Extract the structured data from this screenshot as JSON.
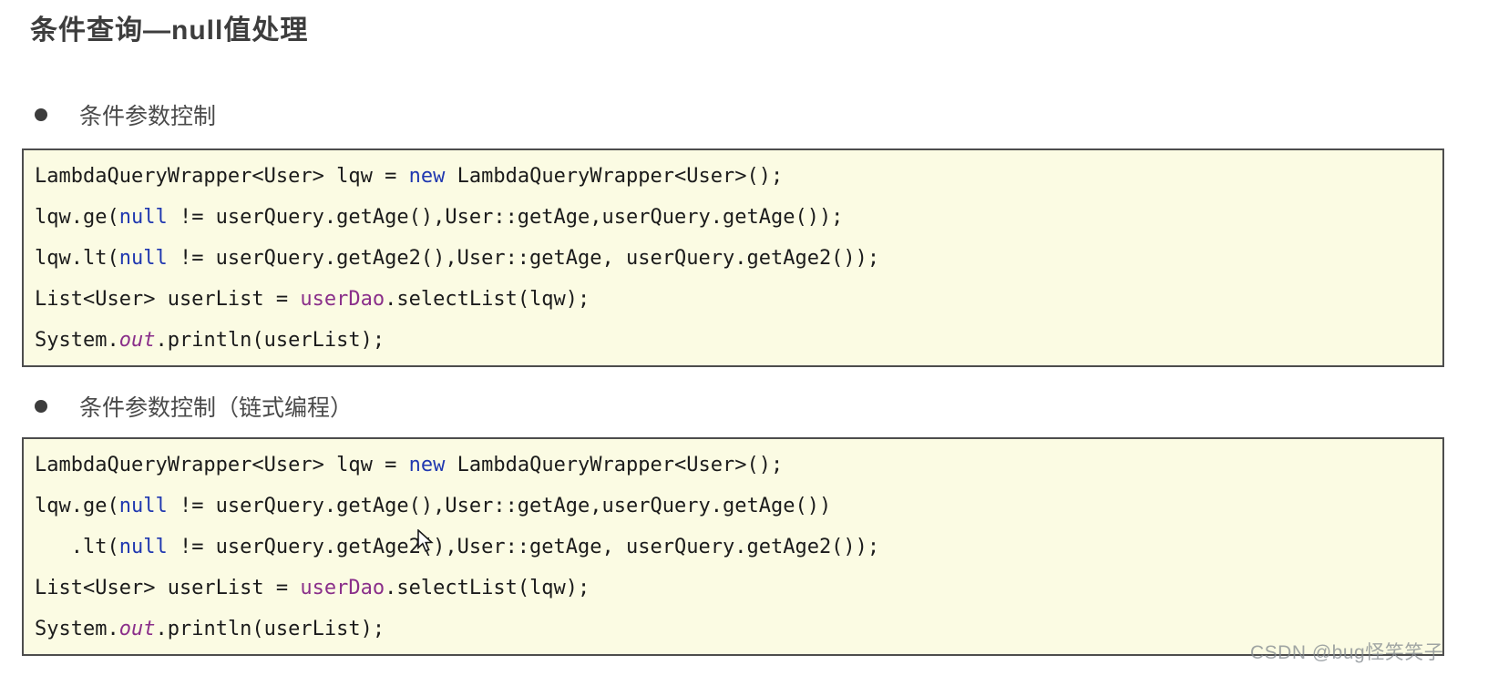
{
  "page": {
    "title": "条件查询—null值处理",
    "watermark": "CSDN @bug怪笑笑子"
  },
  "bullets": [
    {
      "label": "条件参数控制"
    },
    {
      "label": "条件参数控制（链式编程）"
    }
  ],
  "colors": {
    "keyword_blue": "#2038b0",
    "member_purple": "#8a2f8a",
    "code_text": "#1b1b1b",
    "code_background": "#fbfbe3",
    "code_border": "#4d4d4d",
    "title_text": "#3d3d3d",
    "bullet_text": "#4a4a4a",
    "watermark_text": "#82888e"
  },
  "icons": {
    "bullet": "filled-dot",
    "cursor": "arrow-pointer"
  },
  "code_blocks": {
    "block1": {
      "lines": [
        [
          {
            "t": "LambdaQueryWrapper<User> lqw = "
          },
          {
            "t": "new",
            "c": "kw"
          },
          {
            "t": " LambdaQueryWrapper<User>();"
          }
        ],
        [
          {
            "t": "lqw.ge("
          },
          {
            "t": "null",
            "c": "kw"
          },
          {
            "t": " != userQuery.getAge(),User::getAge,userQuery.getAge());"
          }
        ],
        [
          {
            "t": "lqw.lt("
          },
          {
            "t": "null",
            "c": "kw"
          },
          {
            "t": " != userQuery.getAge2(),User::getAge, userQuery.getAge2());"
          }
        ],
        [
          {
            "t": "List<User> userList = "
          },
          {
            "t": "userDao",
            "c": "mem"
          },
          {
            "t": ".selectList(lqw);"
          }
        ],
        [
          {
            "t": "System."
          },
          {
            "t": "out",
            "c": "memi"
          },
          {
            "t": ".println(userList);"
          }
        ]
      ]
    },
    "block2": {
      "lines": [
        [
          {
            "t": "LambdaQueryWrapper<User> lqw = "
          },
          {
            "t": "new",
            "c": "kw"
          },
          {
            "t": " LambdaQueryWrapper<User>();"
          }
        ],
        [
          {
            "t": "lqw.ge("
          },
          {
            "t": "null",
            "c": "kw"
          },
          {
            "t": " != userQuery.getAge(),User::getAge,userQuery.getAge())"
          }
        ],
        [
          {
            "t": "   .lt("
          },
          {
            "t": "null",
            "c": "kw"
          },
          {
            "t": " != userQuery.getAge2(),User::getAge, userQuery.getAge2());"
          }
        ],
        [
          {
            "t": "List<User> userList = "
          },
          {
            "t": "userDao",
            "c": "mem"
          },
          {
            "t": ".selectList(lqw);"
          }
        ],
        [
          {
            "t": "System."
          },
          {
            "t": "out",
            "c": "memi"
          },
          {
            "t": ".println(userList);"
          }
        ]
      ]
    }
  }
}
